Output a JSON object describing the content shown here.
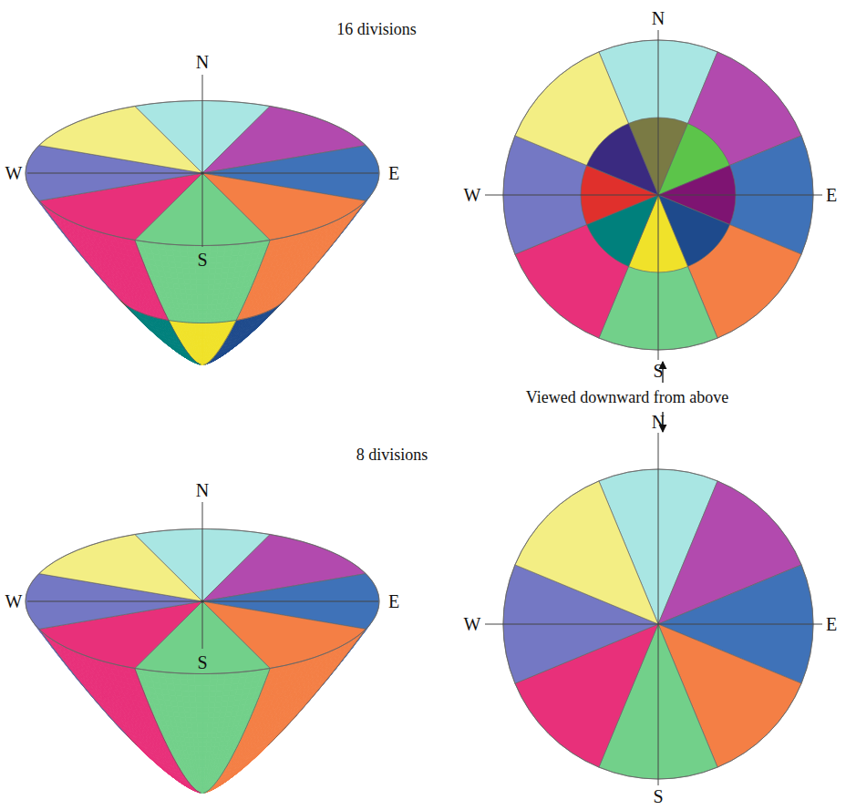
{
  "diagram": {
    "labels": [
      "16 divisions",
      "N",
      "W",
      "E",
      "S",
      "N",
      "W",
      "E",
      "S",
      "Viewed downward from above",
      "8 divisions",
      "N",
      "W",
      "E",
      "S",
      "N",
      "W",
      "E",
      "S"
    ]
  }
}
